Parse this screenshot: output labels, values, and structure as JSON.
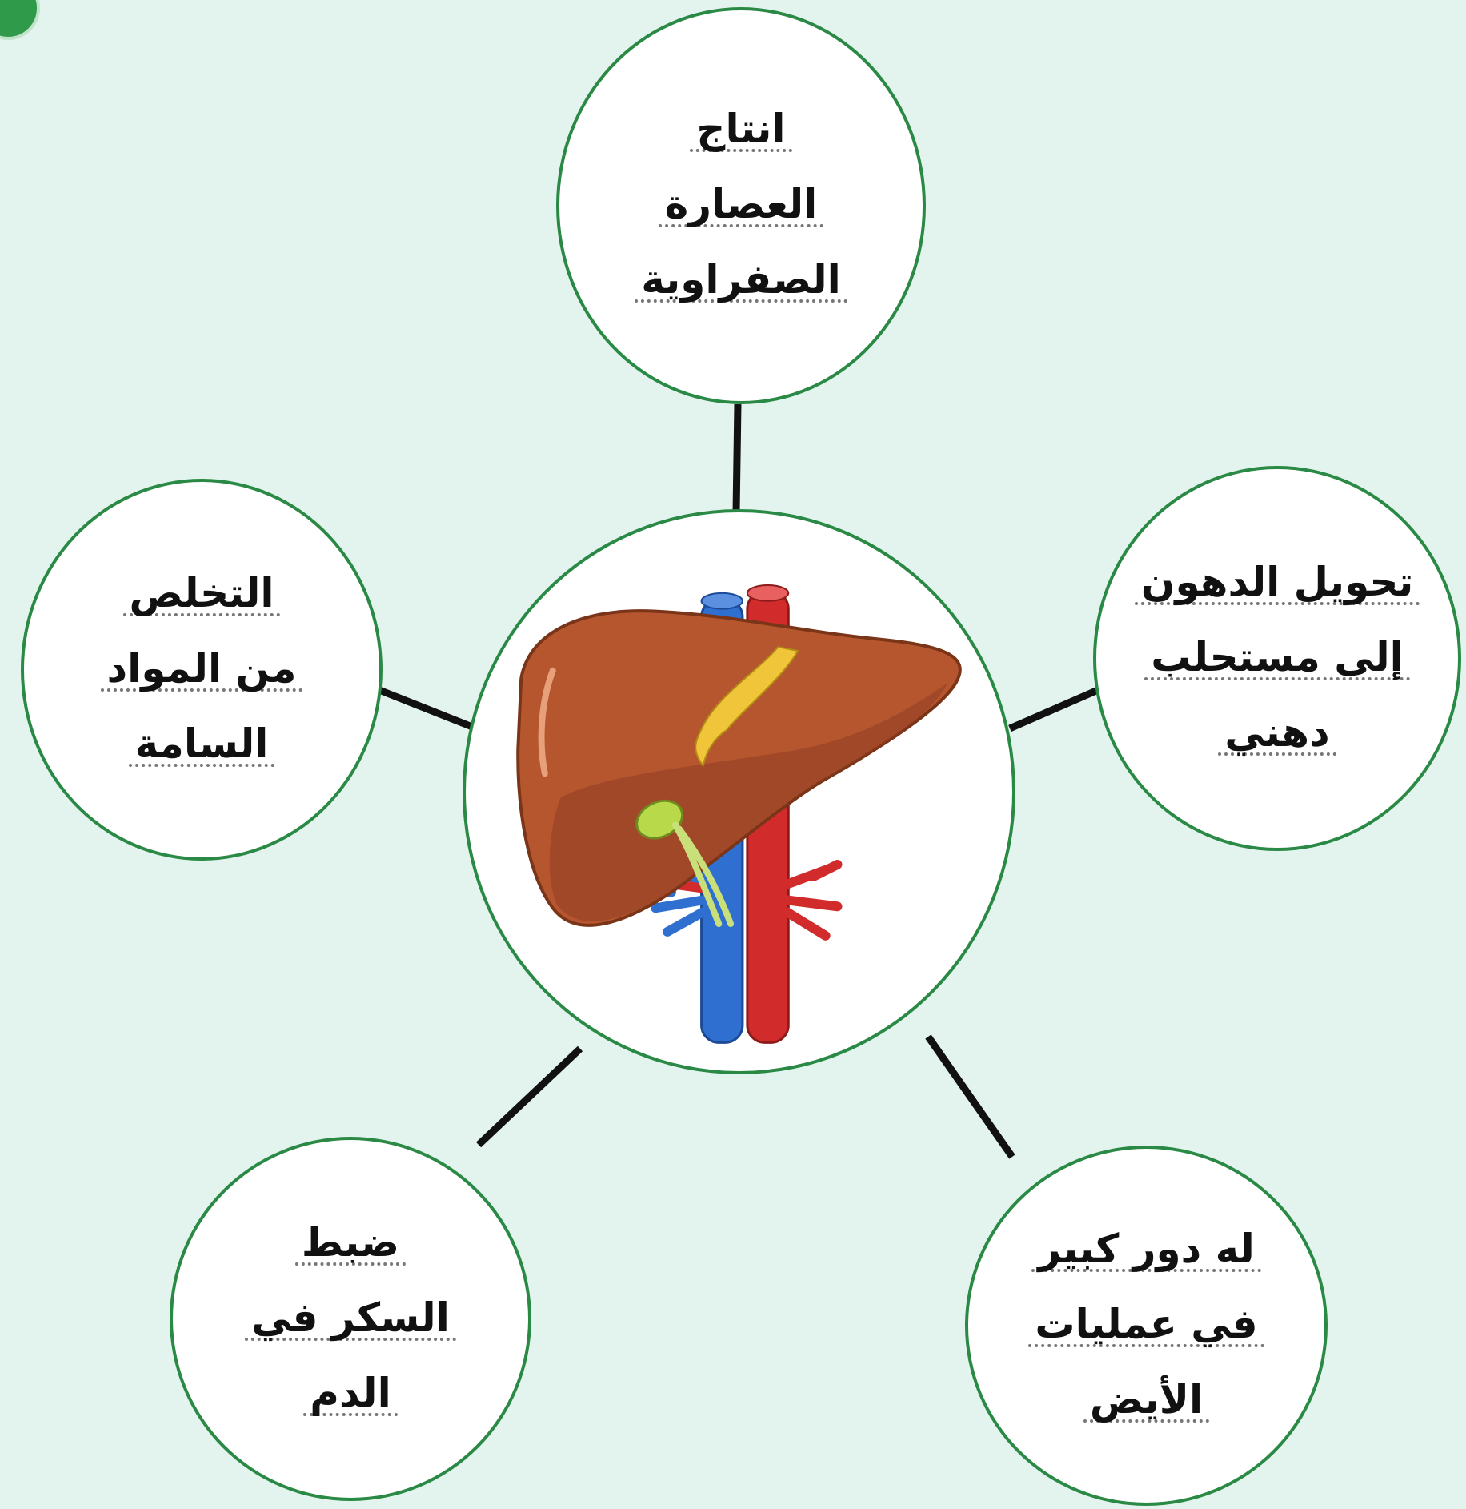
{
  "title": "",
  "center": {
    "image": "liver-with-gallbladder-and-vessels"
  },
  "nodes": {
    "top": {
      "lines": [
        "انتاج",
        "العصارة",
        "الصفراوية"
      ]
    },
    "right": {
      "lines": [
        "تحويل الدهون",
        "إلى مستحلب",
        "دهني"
      ]
    },
    "bottom_right": {
      "lines": [
        "له دور كبير",
        "في عمليات",
        "الأيض"
      ]
    },
    "bottom_left": {
      "lines": [
        "ضبط",
        "السكر في",
        "الدم"
      ]
    },
    "left": {
      "lines": [
        "التخلص",
        "من المواد",
        "السامة"
      ]
    }
  },
  "colors": {
    "background": "#e3f4ef",
    "circle_border": "#2a8a45",
    "connector": "#111111",
    "liver": "#b5562f",
    "gallbladder": "#b7d94a",
    "bile_duct": "#f0c53a",
    "artery": "#d22b2b",
    "vein": "#2f6fd0"
  }
}
